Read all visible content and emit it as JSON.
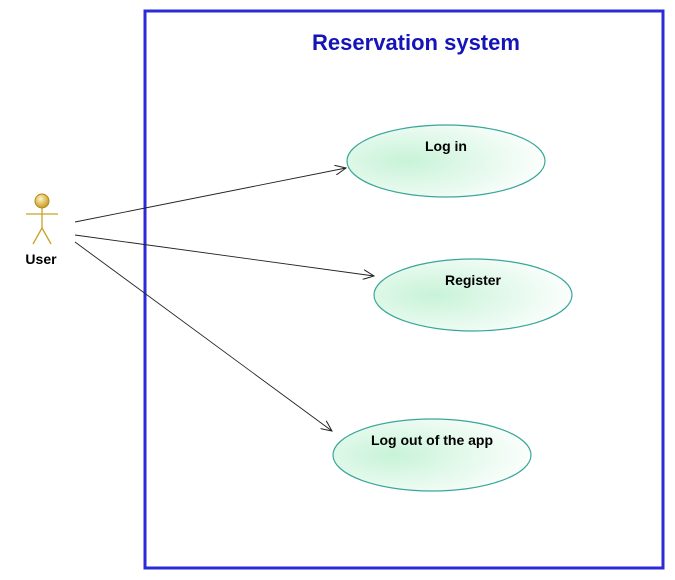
{
  "system": {
    "title": "Reservation system",
    "border_color": "#2b2bd9",
    "title_color": "#1414b8"
  },
  "actor": {
    "label": "User",
    "color": "#c9a227"
  },
  "use_cases": [
    {
      "label": "Log in"
    },
    {
      "label": "Register"
    },
    {
      "label": "Log out of the app"
    }
  ],
  "colors": {
    "use_case_fill_start": "#cdf5dc",
    "use_case_fill_end": "#ffffff",
    "use_case_stroke": "#3aa69a",
    "connector": "#222222"
  }
}
